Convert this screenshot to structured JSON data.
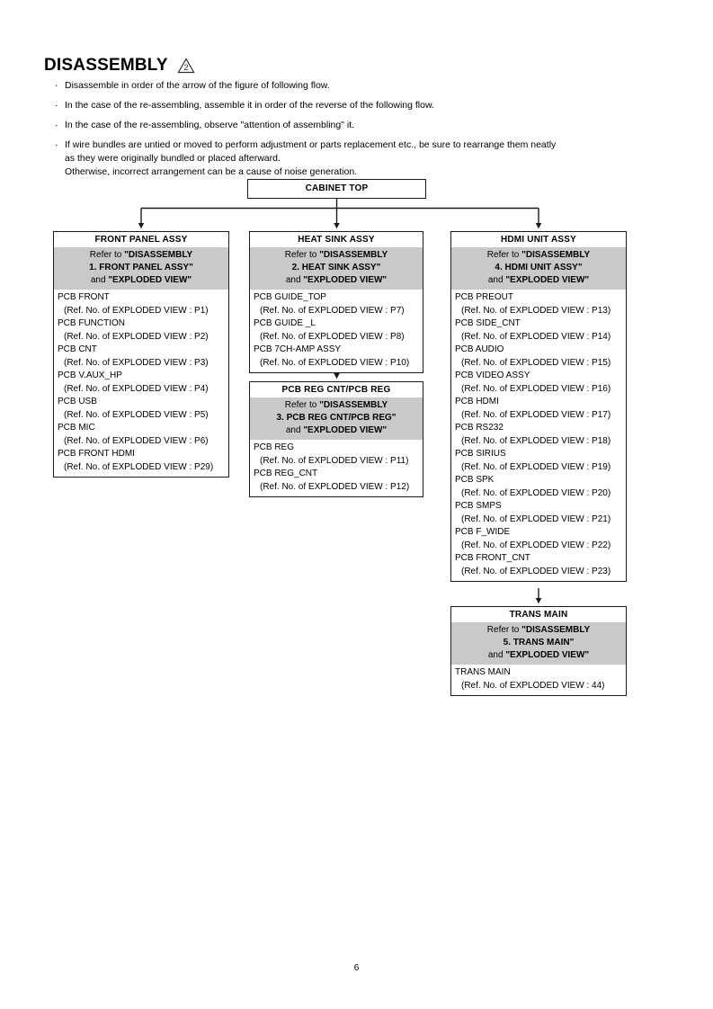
{
  "page": {
    "title": "DISASSEMBLY",
    "warning_icon": "warning-triangle-2-icon",
    "page_number": "6",
    "accent_header_fill": "#c9c9c9",
    "border_color": "#1a1a1a",
    "background": "#ffffff"
  },
  "intro": {
    "bullets": [
      {
        "text": "Disassemble in order of the arrow of the figure of following flow."
      },
      {
        "text": "In the case of the re-assembling, assemble it in order of the reverse of the following flow."
      },
      {
        "text": "In the case of the re-assembling, observe \"attention of assembling\" it."
      },
      {
        "text": "If wire bundles are untied or moved to perform adjustment or parts replacement etc., be sure to rearrange them neatly",
        "line2": "as they were originally bundled or placed afterward.",
        "line3": "Otherwise, incorrect arrangement can be a cause of noise generation."
      }
    ]
  },
  "flow": {
    "cabinet_top": {
      "title": "CABINET TOP"
    },
    "front_panel": {
      "title": "FRONT PANEL ASSY",
      "refer": {
        "line1_plain": "Refer to ",
        "line1_bold": "\"DISASSEMBLY",
        "line2_bold": "1. FRONT PANEL ASSY\"",
        "line3_plain": "and ",
        "line3_bold": "\"EXPLODED VIEW\""
      },
      "parts": [
        {
          "name": "PCB FRONT",
          "ref": "(Ref. No. of EXPLODED VIEW : P1)"
        },
        {
          "name": "PCB FUNCTION",
          "ref": "(Ref. No. of EXPLODED VIEW : P2)"
        },
        {
          "name": "PCB CNT",
          "ref": "(Ref. No. of EXPLODED VIEW : P3)"
        },
        {
          "name": "PCB V.AUX_HP",
          "ref": "(Ref. No. of EXPLODED VIEW : P4)"
        },
        {
          "name": "PCB  USB",
          "ref": "(Ref. No. of EXPLODED VIEW : P5)"
        },
        {
          "name": "PCB MIC",
          "ref": "(Ref. No. of EXPLODED VIEW : P6)"
        },
        {
          "name": "PCB  FRONT HDMI",
          "ref": "(Ref. No. of EXPLODED VIEW : P29)"
        }
      ]
    },
    "heat_sink": {
      "title": "HEAT SINK ASSY",
      "refer": {
        "line1_plain": "Refer to ",
        "line1_bold": "\"DISASSEMBLY",
        "line2_bold": "2. HEAT SINK ASSY\"",
        "line3_plain": "and ",
        "line3_bold": "\"EXPLODED VIEW\""
      },
      "parts": [
        {
          "name": "PCB GUIDE_TOP",
          "ref": "(Ref. No. of EXPLODED VIEW : P7)"
        },
        {
          "name": "PCB GUIDE _L",
          "ref": "(Ref. No. of EXPLODED VIEW : P8)"
        },
        {
          "name": "PCB 7CH-AMP ASSY",
          "ref": "(Ref. No. of EXPLODED VIEW : P10)"
        }
      ]
    },
    "pcb_reg": {
      "title": "PCB REG CNT/PCB REG",
      "refer": {
        "line1_plain": "Refer to ",
        "line1_bold": "\"DISASSEMBLY",
        "line2_bold": "3. PCB REG CNT/PCB REG\"",
        "line3_plain": "and ",
        "line3_bold": "\"EXPLODED VIEW\""
      },
      "parts": [
        {
          "name": "PCB REG",
          "ref": "(Ref. No. of EXPLODED VIEW : P11)"
        },
        {
          "name": "PCB REG_CNT",
          "ref": "(Ref. No. of EXPLODED VIEW : P12)"
        }
      ]
    },
    "hdmi_unit": {
      "title": "HDMI UNIT ASSY",
      "refer": {
        "line1_plain": "Refer to ",
        "line1_bold": "\"DISASSEMBLY",
        "line2_bold": "4. HDMI UNIT ASSY\"",
        "line3_plain": "and ",
        "line3_bold": "\"EXPLODED VIEW\""
      },
      "parts": [
        {
          "name": "PCB PREOUT",
          "ref": "(Ref. No. of EXPLODED VIEW : P13)"
        },
        {
          "name": "PCB SIDE_CNT",
          "ref": "(Ref. No. of EXPLODED VIEW : P14)"
        },
        {
          "name": "PCB AUDIO",
          "ref": "(Ref. No. of EXPLODED VIEW : P15)"
        },
        {
          "name": "PCB VIDEO ASSY",
          "ref": "(Ref. No. of EXPLODED VIEW : P16)"
        },
        {
          "name": "PCB HDMI",
          "ref": "(Ref. No. of EXPLODED VIEW : P17)"
        },
        {
          "name": "PCB RS232",
          "ref": "(Ref. No. of EXPLODED VIEW : P18)"
        },
        {
          "name": "PCB SIRIUS",
          "ref": "(Ref. No. of EXPLODED VIEW : P19)"
        },
        {
          "name": "PCB SPK",
          "ref": "(Ref. No. of EXPLODED VIEW : P20)"
        },
        {
          "name": "PCB SMPS",
          "ref": "(Ref. No. of EXPLODED VIEW : P21)"
        },
        {
          "name": "PCB F_WIDE",
          "ref": "(Ref. No. of EXPLODED VIEW : P22)"
        },
        {
          "name": "PCB FRONT_CNT",
          "ref": "(Ref. No. of EXPLODED VIEW : P23)"
        }
      ]
    },
    "trans_main": {
      "title": "TRANS MAIN",
      "refer": {
        "line1_plain": "Refer to ",
        "line1_bold": "\"DISASSEMBLY",
        "line2_bold": "5. TRANS MAIN\"",
        "line3_plain": "and ",
        "line3_bold": "\"EXPLODED VIEW\""
      },
      "parts": [
        {
          "name": "TRANS MAIN",
          "ref": "(Ref. No. of EXPLODED VIEW : 44)"
        }
      ]
    }
  }
}
